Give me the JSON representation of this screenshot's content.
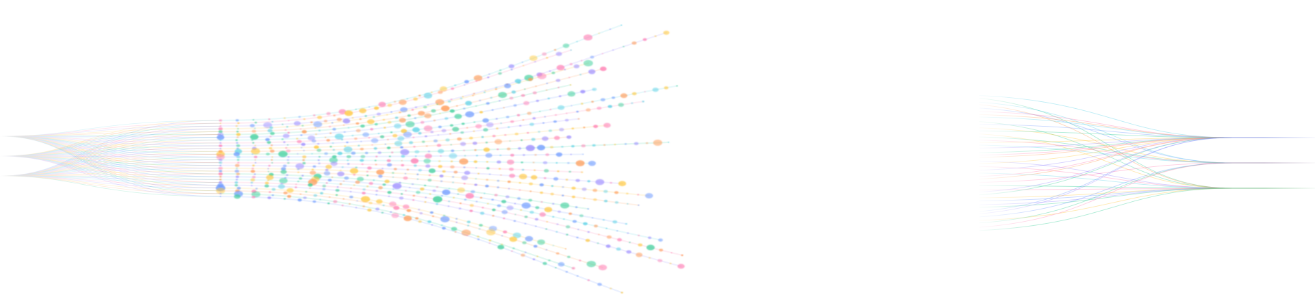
{
  "artwork": {
    "kind": "decorative-flow-visualization",
    "text": [],
    "palette": [
      "#5ad1e6",
      "#ff7eb3",
      "#9b8cff",
      "#ffc940",
      "#ff9a55",
      "#3ccf9a",
      "#6f9bff"
    ],
    "seed": 7,
    "left_bundle": {
      "sources": 3,
      "lines": 28,
      "source_spread": [
        -0.52,
        0.0,
        0.52
      ],
      "target_range": [
        -1.0,
        1.0
      ]
    },
    "dot_fan": {
      "lines": 28,
      "columns": 18,
      "spread_range": [
        -1.0,
        1.0
      ],
      "tail_length_range": [
        0.35,
        1.0
      ]
    },
    "right_weave": {
      "targets": 3,
      "lines": 44,
      "target_spread": [
        -0.55,
        0.0,
        0.55
      ],
      "source_range": [
        -1.0,
        1.0
      ]
    }
  }
}
